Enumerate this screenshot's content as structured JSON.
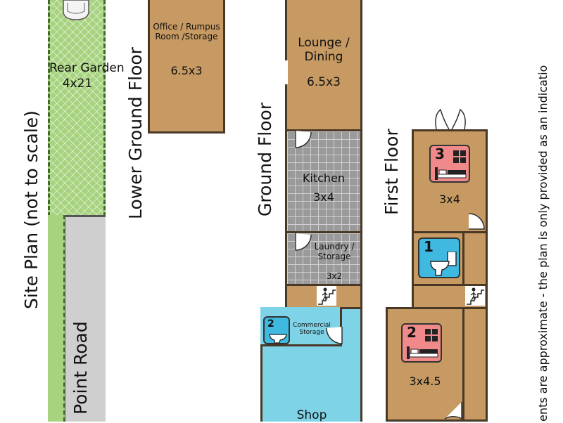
{
  "site_plan": {
    "title": "Site Plan (not to scale)",
    "garden_label": "Rear Garden",
    "garden_size": "4x21",
    "road_label": "Point Road"
  },
  "lower_ground": {
    "title": "Lower Ground Floor",
    "room_name": "Office / Rumpus Room /Storage",
    "room_size": "6.5x3"
  },
  "ground": {
    "title": "Ground Floor",
    "lounge_name": "Lounge / Dining",
    "lounge_size": "6.5x3",
    "kitchen_name": "Kitchen",
    "kitchen_size": "3x4",
    "laundry_name": "Laundry / Storage",
    "laundry_size": "3x2",
    "commercial_name": "Commercial Storage",
    "commercial_number": "2",
    "shop_name": "Shop"
  },
  "first": {
    "title": "First Floor",
    "bedroom3_number": "3",
    "bedroom3_size": "3x4",
    "bathroom_number": "1",
    "bedroom2_number": "2",
    "bedroom2_size": "3x4.5"
  },
  "disclaimer": "ents are approximate - the plan is only provided as an indicatio",
  "colors": {
    "room_fill": "#c69a62",
    "wall": "#4a3826",
    "shop_fill": "#7fd3e6",
    "garden_fill": "#a7d27e",
    "bed_icon": "#f08a8a",
    "bath_icon": "#3fb9e0"
  }
}
